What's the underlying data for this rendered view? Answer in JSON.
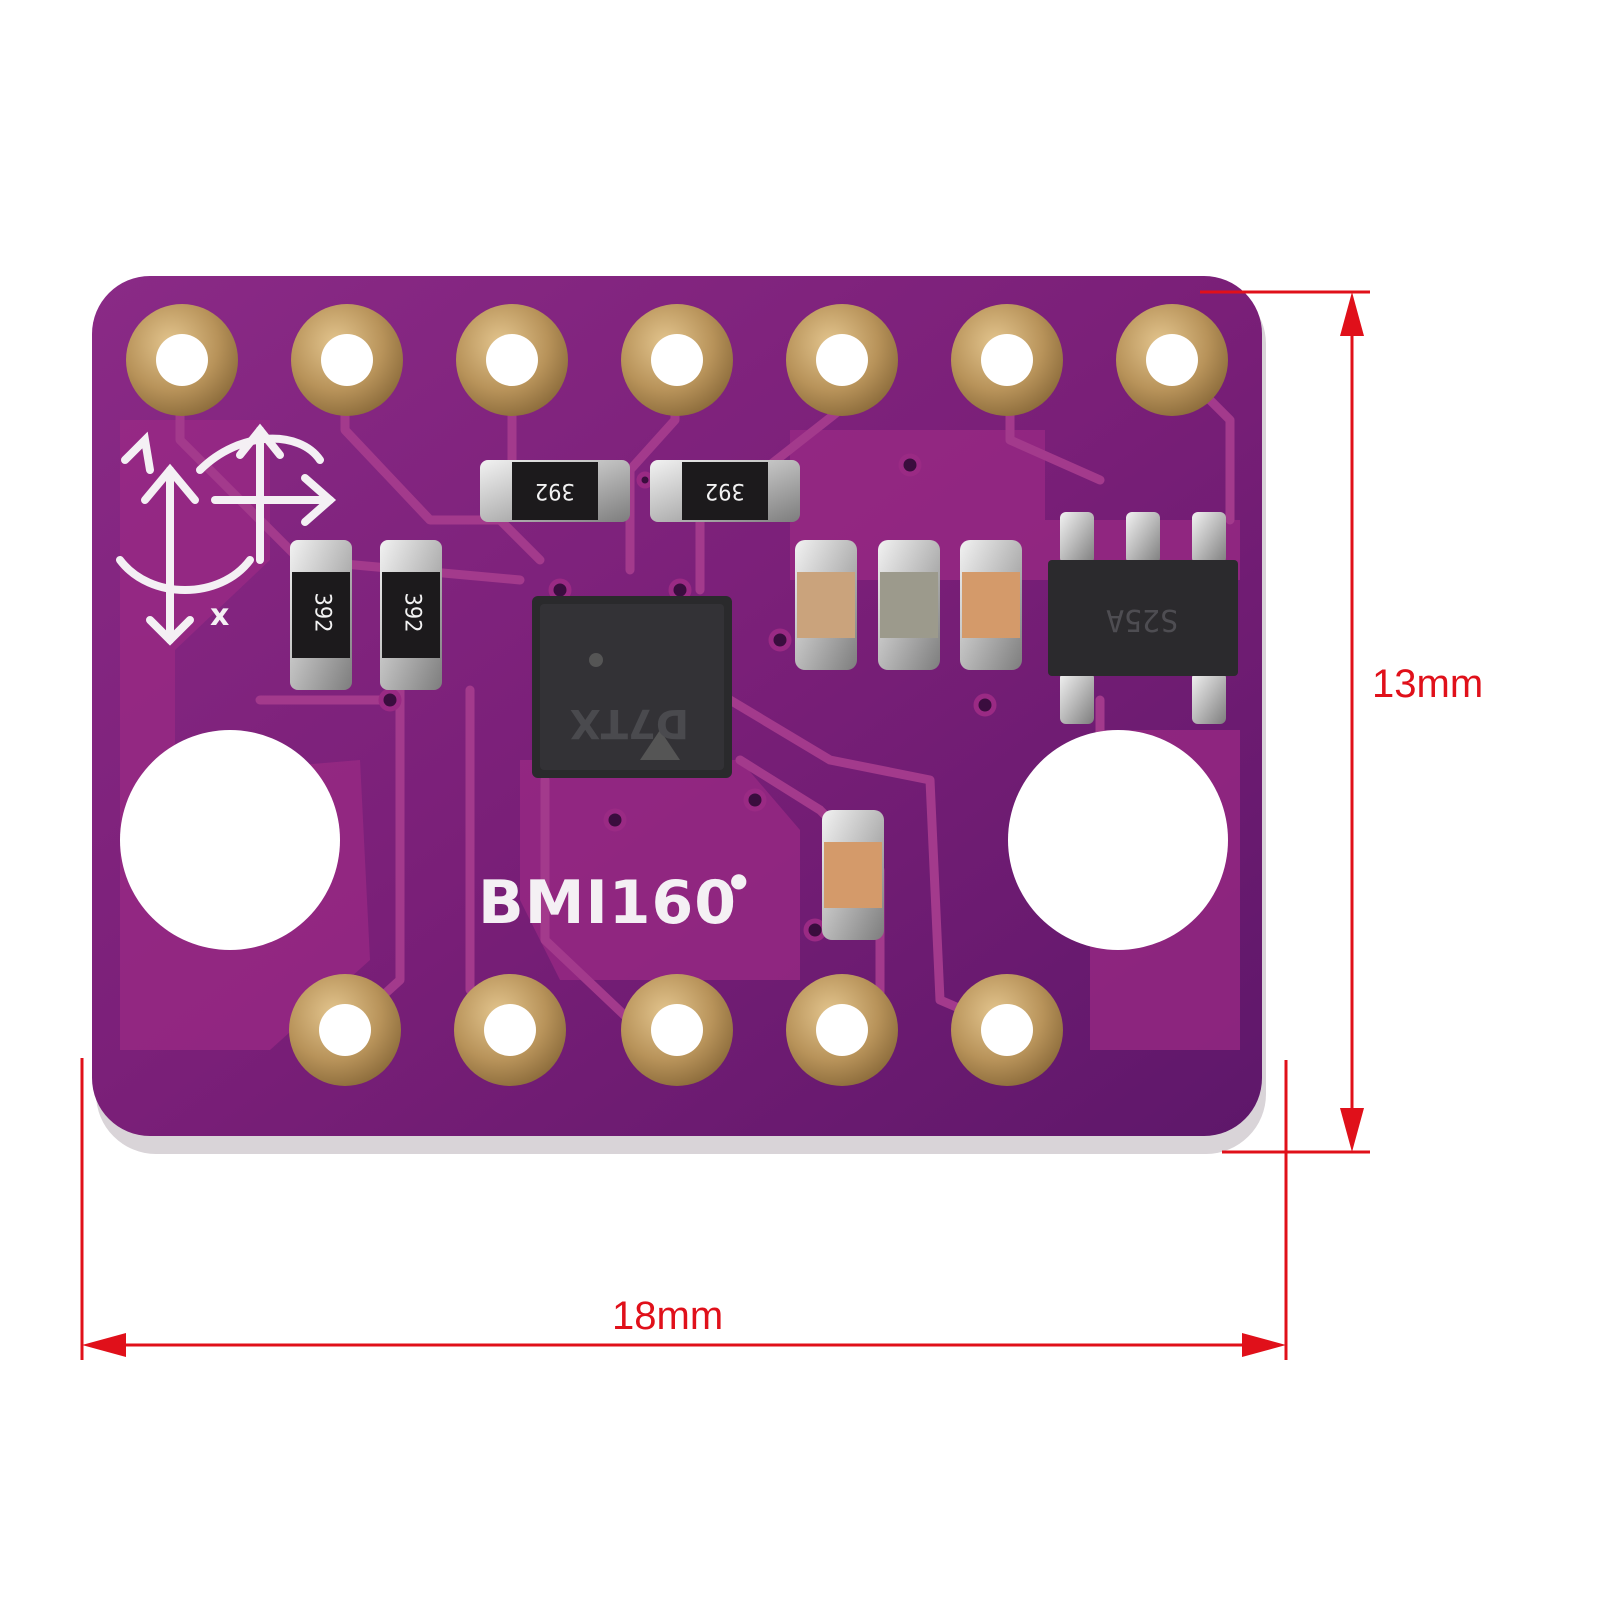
{
  "board": {
    "name": "BMI160",
    "axis_label": "x",
    "colors": {
      "pcb": "#7a1f78",
      "trace": "#9a2a84",
      "pad": "#b8935a",
      "silk": "#f4f0f4"
    }
  },
  "components": {
    "resistor_marking": "392",
    "regulator_marking": "S25A"
  },
  "dimensions": {
    "width_label": "18mm",
    "height_label": "13mm",
    "color": "#e0101a"
  }
}
